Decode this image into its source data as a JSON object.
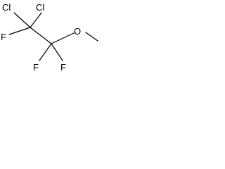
{
  "molecule": {
    "atoms": {
      "cl_left": "Cl",
      "cl_right": "Cl",
      "f_top": "F",
      "o": "O",
      "f_bottom_left": "F",
      "f_bottom_right": "F"
    }
  }
}
